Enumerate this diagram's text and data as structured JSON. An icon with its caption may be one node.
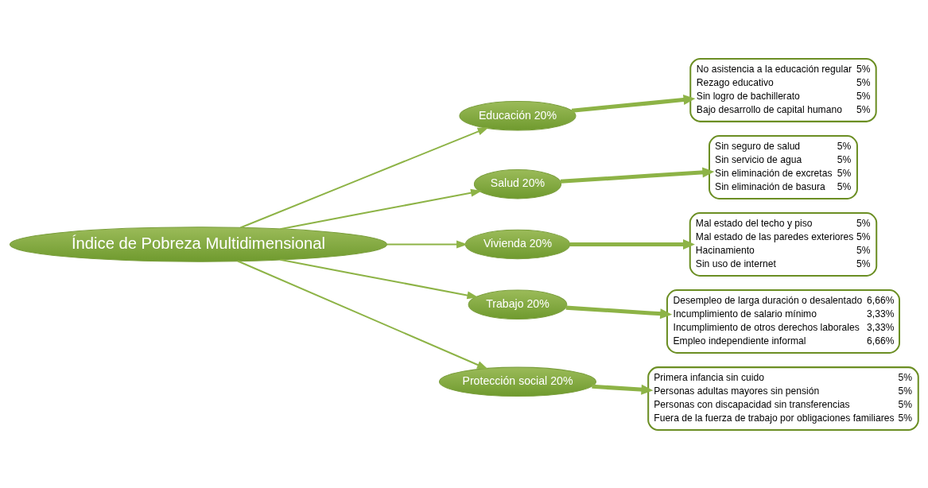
{
  "diagram": {
    "nodes": [
      {
        "text": [
          "Índice de Pobreza Multidimensional"
        ]
      },
      {
        "text": [
          "Educación 20%"
        ]
      },
      {
        "text": [
          "Salud 20%"
        ]
      },
      {
        "text": [
          "Vivienda 20%"
        ]
      },
      {
        "text": [
          "Trabajo 20%"
        ]
      },
      {
        "text": [
          "Protección social 20%"
        ]
      },
      {
        "text": [
          "No asistencia a la educación regular",
          "5%",
          "Rezago educativo",
          "5%",
          "Sin logro de bachillerato",
          "5%",
          "Bajo desarrollo de capital humano",
          "5%"
        ]
      },
      {
        "text": [
          "Sin seguro de salud",
          "5%",
          "Sin servicio de agua",
          "5%",
          "Sin eliminación de excretas",
          "5%",
          "Sin eliminación de basura",
          "5%"
        ]
      },
      {
        "text": [
          "Mal estado del techo y piso",
          "5%",
          "Mal estado de las paredes exteriores",
          "5%",
          "Hacinamiento",
          "5%",
          "Sin uso de internet",
          "5%"
        ]
      },
      {
        "text": [
          "Desempleo de larga duración o desalentado",
          "6,66%",
          "Incumplimiento de salario mínimo",
          "3,33%",
          "Incumplimiento de otros derechos laborales",
          "3,33%",
          "Empleo independiente informal",
          "6,66%"
        ]
      },
      {
        "text": [
          "Primera infancia sin cuido",
          "5%",
          "Personas adultas mayores sin pensión",
          "5%",
          "Personas con discapacidad sin transferencias",
          "5%",
          "Fuera de la fuerza de trabajo por obligaciones familiares",
          "5%"
        ]
      }
    ],
    "edges": [
      {
        "from": 0,
        "to": 1,
        "arrow": "to"
      },
      {
        "from": 0,
        "to": 2,
        "arrow": "to"
      },
      {
        "from": 0,
        "to": 3,
        "arrow": "to"
      },
      {
        "from": 0,
        "to": 4,
        "arrow": "to"
      },
      {
        "from": 0,
        "to": 5,
        "arrow": "to"
      },
      {
        "from": 1,
        "to": 6,
        "arrow": "to",
        "style": "thick"
      },
      {
        "from": 2,
        "to": 7,
        "arrow": "to",
        "style": "thick"
      },
      {
        "from": 3,
        "to": 8,
        "arrow": "to",
        "style": "thick"
      },
      {
        "from": 4,
        "to": 9,
        "arrow": "to",
        "style": "thick"
      },
      {
        "from": 5,
        "to": 10,
        "arrow": "to",
        "style": "thick"
      }
    ]
  }
}
